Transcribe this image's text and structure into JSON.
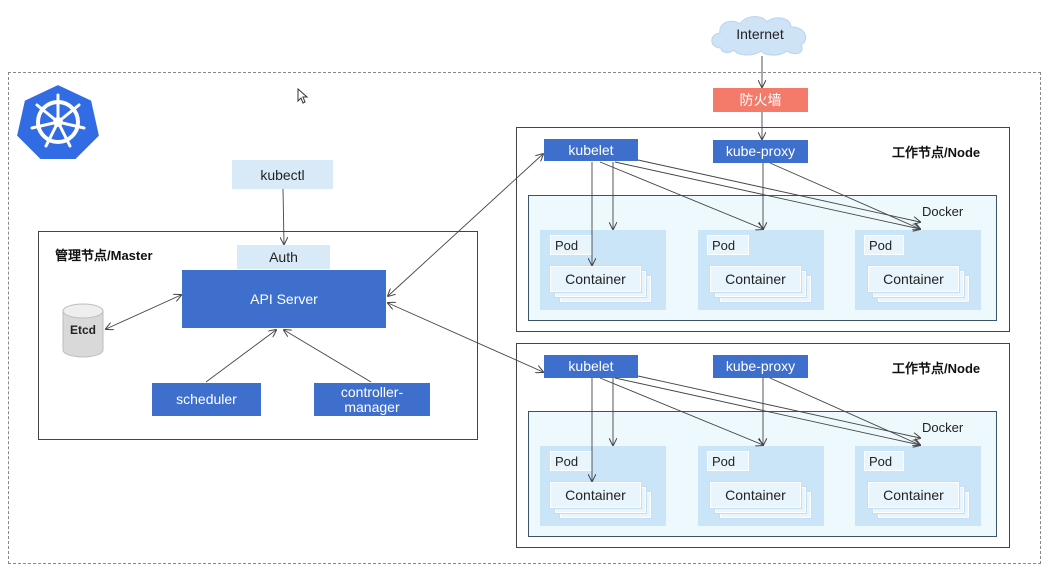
{
  "internet": {
    "label": "Internet"
  },
  "firewall": {
    "label": "防火墙"
  },
  "master": {
    "title": "管理节点/Master",
    "kubectl": "kubectl",
    "auth": "Auth",
    "api_server": "API Server",
    "etcd": "Etcd",
    "scheduler": "scheduler",
    "controller_manager": "controller-\nmanager"
  },
  "nodes": [
    {
      "title": "工作节点/Node",
      "kubelet": "kubelet",
      "kube_proxy": "kube-proxy",
      "docker": "Docker",
      "pods": [
        {
          "pod": "Pod",
          "container": "Container"
        },
        {
          "pod": "Pod",
          "container": "Container"
        },
        {
          "pod": "Pod",
          "container": "Container"
        }
      ]
    },
    {
      "title": "工作节点/Node",
      "kubelet": "kubelet",
      "kube_proxy": "kube-proxy",
      "docker": "Docker",
      "pods": [
        {
          "pod": "Pod",
          "container": "Container"
        },
        {
          "pod": "Pod",
          "container": "Container"
        },
        {
          "pod": "Pod",
          "container": "Container"
        }
      ]
    }
  ],
  "colors": {
    "component_blue": "#3f6fcc",
    "light_blue": "#d8eaf8",
    "firewall": "#f47b6a",
    "k8s_logo": "#326ce5"
  },
  "icons": {
    "logo": "kubernetes-helm-icon",
    "cursor": "mouse-cursor-icon",
    "etcd": "database-cylinder-icon",
    "internet": "cloud-icon"
  }
}
